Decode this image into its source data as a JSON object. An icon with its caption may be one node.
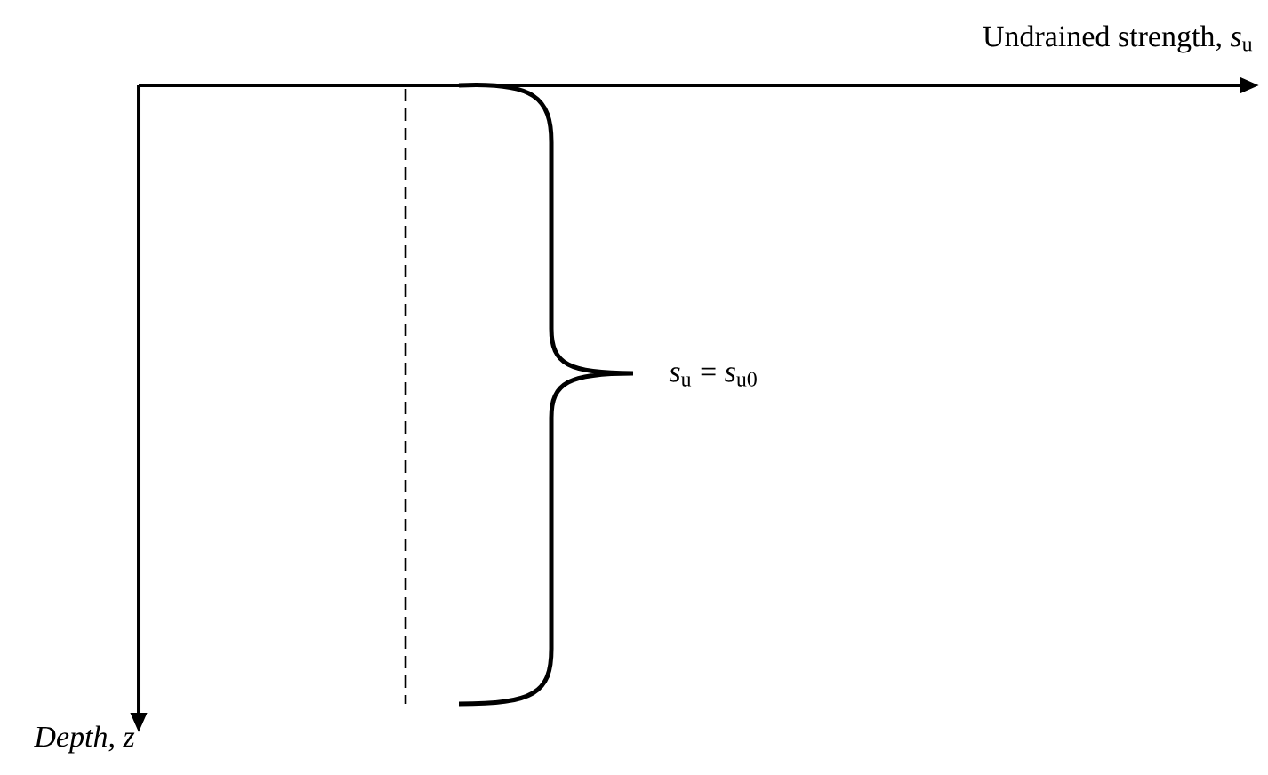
{
  "diagram": {
    "labels": [
      "Undrained strength, *s*$_{u}$",
      "*s*$_{u}$ = *s*$_{u0}$",
      "Depth, z"
    ]
  }
}
